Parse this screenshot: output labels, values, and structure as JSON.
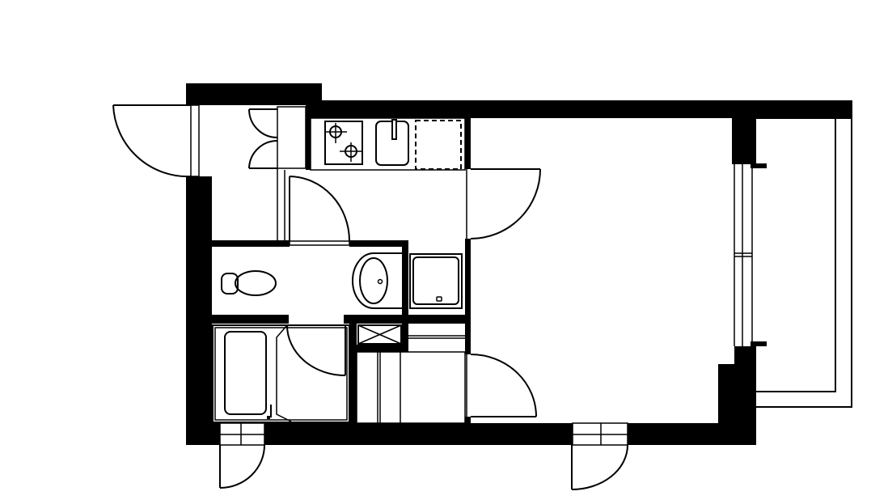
{
  "plan": {
    "colors": {
      "wall": "#000000",
      "background": "#ffffff",
      "line": "#000000"
    },
    "rooms": [
      "entrance",
      "kitchen",
      "toilet-washroom",
      "bathroom",
      "closet",
      "main-room",
      "balcony"
    ]
  }
}
